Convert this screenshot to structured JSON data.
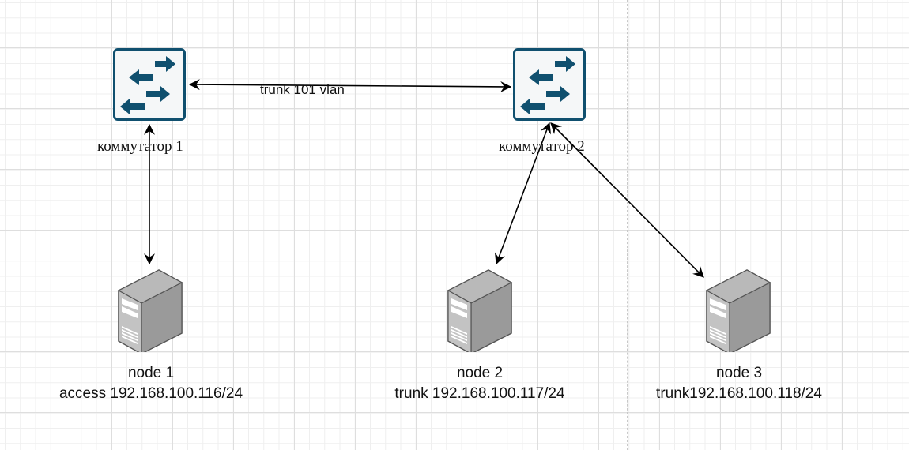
{
  "diagram": {
    "switches": [
      {
        "id": "sw1",
        "label": "коммутатор 1",
        "icon": "network-switch-icon"
      },
      {
        "id": "sw2",
        "label": "коммутатор 2",
        "icon": "network-switch-icon"
      }
    ],
    "links": [
      {
        "from": "sw1",
        "to": "sw2",
        "label": "trunk 101 vlan",
        "arrows": "both"
      },
      {
        "from": "sw1",
        "to": "node1",
        "label": "",
        "arrows": "both"
      },
      {
        "from": "sw2",
        "to": "node2",
        "label": "",
        "arrows": "both"
      },
      {
        "from": "sw2",
        "to": "node3",
        "label": "",
        "arrows": "both"
      }
    ],
    "nodes": [
      {
        "id": "node1",
        "name": "node 1",
        "detail": "access 192.168.100.116/24",
        "icon": "server-tower-icon"
      },
      {
        "id": "node2",
        "name": "node 2",
        "detail": "trunk 192.168.100.117/24",
        "icon": "server-tower-icon"
      },
      {
        "id": "node3",
        "name": "node 3",
        "detail": "trunk192.168.100.118/24",
        "icon": "server-tower-icon"
      }
    ]
  },
  "colors": {
    "switch_accent": "#10506f",
    "edge": "#000000",
    "server_body": "#a6a6a6"
  }
}
